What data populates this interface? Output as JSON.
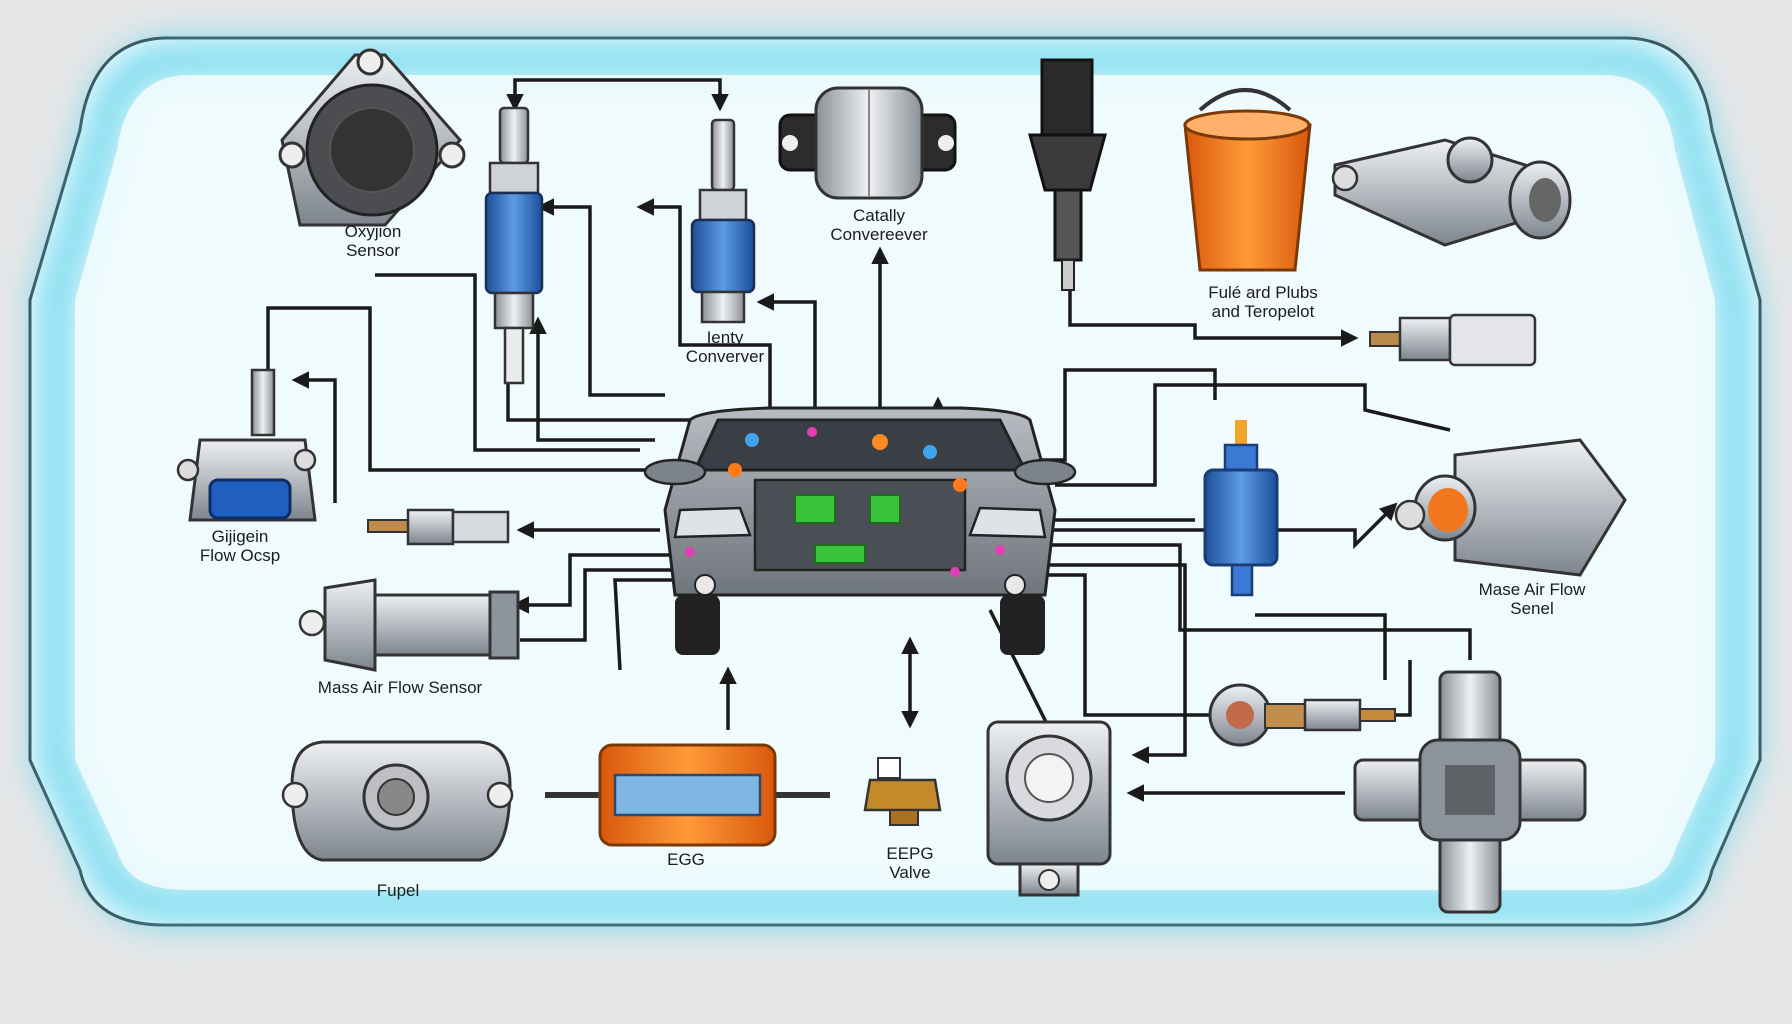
{
  "colors": {
    "panel_fill": "#eefbfd",
    "panel_glow": "#5fd3ec",
    "wire": "#1a1a1a",
    "metal": "#b9bec4",
    "coil_blue": "#2f6fc4",
    "orange": "#f07a1e",
    "circuit_green": "#39c23a",
    "marker_pink": "#e23fb6"
  },
  "labels": {
    "oxygen_sensor": {
      "line1": "Oxyjion",
      "line2": "Sensor"
    },
    "catalytic_converter": {
      "line1": "Catally",
      "line2": "Convereever"
    },
    "spark_converter": {
      "line1": "Ienty",
      "line2": "Converver"
    },
    "fuel_plugs": {
      "line1": "Fulé ard Plubs",
      "line2": "and Teropelot"
    },
    "flow_sensor_left": {
      "line1": "Gijigein",
      "line2": "Flow Ocsp"
    },
    "mass_air_flow_left": {
      "line1": "Mass Air Flow Sensor"
    },
    "mass_air_flow_right": {
      "line1": "Mase Air Flow",
      "line2": "Senel"
    },
    "fuel": {
      "line1": "Fupel"
    },
    "egg": {
      "line1": "EGG"
    },
    "eepg_valve": {
      "line1": "EEPG",
      "line2": "Valve"
    }
  }
}
